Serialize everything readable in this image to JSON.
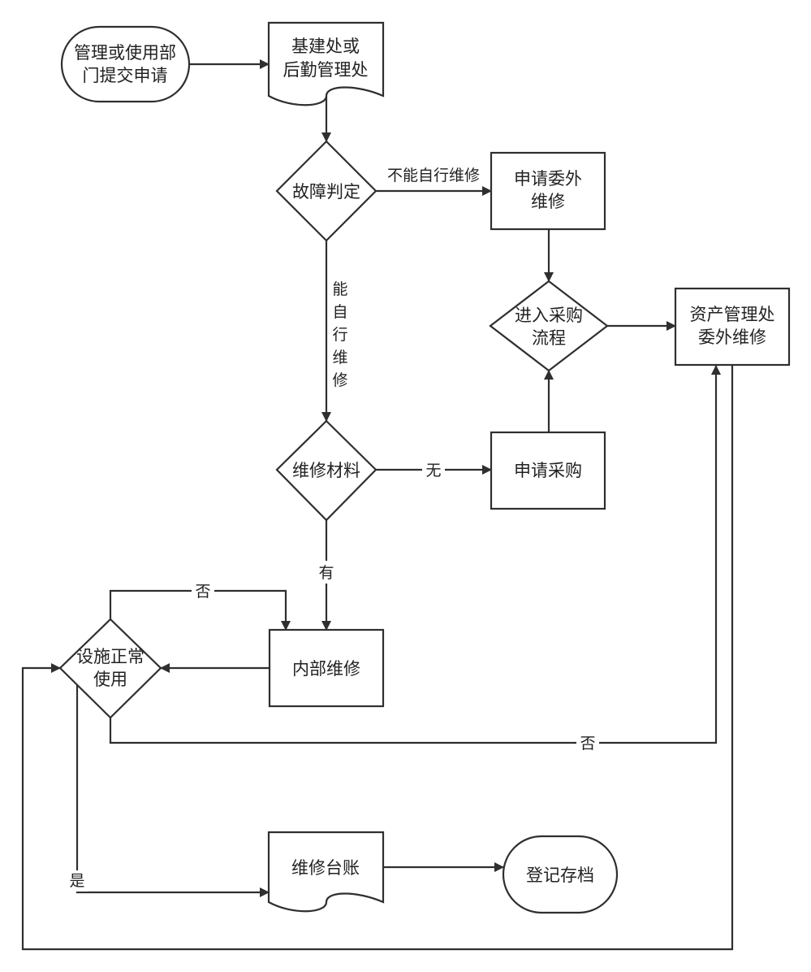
{
  "nodes": {
    "submit": [
      "管理或使用部",
      "门提交申请"
    ],
    "dept": [
      "基建处或",
      "后勤管理处"
    ],
    "fault": [
      "故障判定"
    ],
    "outsource_apply": [
      "申请委外",
      "维修"
    ],
    "procure_flow": [
      "进入采购",
      "流程"
    ],
    "asset_mgmt": [
      "资产管理处",
      "委外维修"
    ],
    "material": [
      "维修材料"
    ],
    "purchase_apply": [
      "申请采购"
    ],
    "internal_repair": [
      "内部维修"
    ],
    "facility_ok": [
      "设施正常",
      "使用"
    ],
    "ledger": [
      "维修台账"
    ],
    "archive": [
      "登记存档"
    ]
  },
  "edges": {
    "cannot_self": "不能自行维修",
    "can_self": [
      "能",
      "自",
      "行",
      "维",
      "修"
    ],
    "none": "无",
    "have": "有",
    "no_top": "否",
    "no_bottom": "否",
    "yes": "是"
  },
  "colors": {
    "stroke": "#2f2f2f",
    "text": "#222222",
    "fill": "#ffffff"
  }
}
